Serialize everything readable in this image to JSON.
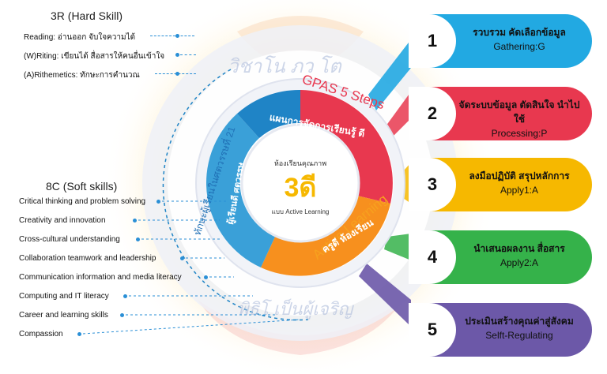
{
  "hard_skills": {
    "title": "3R (Hard Skill)",
    "items": [
      "Reading: อ่านออก  จับใจความได้",
      "(W)Riting: เขียนได้ สื่อสารให้คนอื่นเข้าใจ",
      "(A)Rithemetics: ทักษะการคำนวณ"
    ]
  },
  "soft_skills": {
    "title": "8C (Soft skills)",
    "items": [
      "Critical thinking and problem solving",
      "Creativity and innovation",
      "Cross-cultural understanding",
      "Collaboration teamwork and leadership",
      "Communication information and media literacy",
      "Computing and IT literacy",
      "Career and learning skills",
      "Compassion"
    ]
  },
  "center": {
    "top_label": "ห้องเรียนคุณภาพ",
    "main": "3ดี",
    "bottom_label": "แบบ Active Learning"
  },
  "ring": {
    "outer_top": "GPAS 5 Steps",
    "outer_bottom": "Active Learning",
    "left_arc": "ทักษะผู้เรียนในศตวรรษที่ 21",
    "red_segment": "แผนการจัดการเรียนรู้ ดี",
    "green_segment": "ผู้เรียนดี ศตวรรษ",
    "orange_segment": "ครูดี ห้องเรียน"
  },
  "watermark": {
    "top": "วิชาโน  ภว  โต",
    "bottom": "พิธิโ  เป็นผู้เจริญ"
  },
  "steps": [
    {
      "num": "1",
      "th": "รวบรวม คัดเลือกข้อมูล",
      "en": "Gathering:G",
      "color": "#22a9e2"
    },
    {
      "num": "2",
      "th": "จัดระบบข้อมูล ตัดสินใจ นำไปใช้",
      "en": "Processing:P",
      "color": "#e8384f"
    },
    {
      "num": "3",
      "th": "ลงมือปฏิบัติ สรุปหลักการ",
      "en": "Apply1:A",
      "color": "#f6b800"
    },
    {
      "num": "4",
      "th": "นำเสนอผลงาน สื่อสาร",
      "en": "Apply2:A",
      "color": "#35b24a"
    },
    {
      "num": "5",
      "th": "ประเมินสร้างคุณค่าสู่สังคม",
      "en": "Selft-Regulating",
      "color": "#6c58a8"
    }
  ]
}
